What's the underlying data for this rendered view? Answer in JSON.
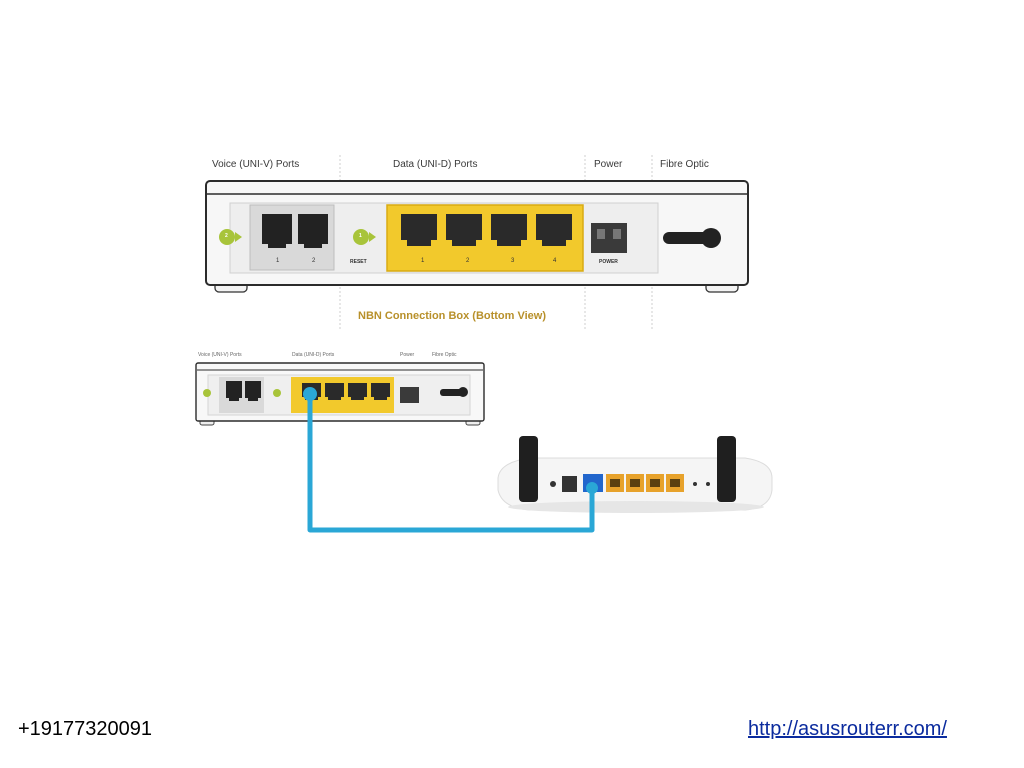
{
  "large_box": {
    "labels": {
      "voice": "Voice (UNI-V) Ports",
      "data": "Data (UNI-D) Ports",
      "power": "Power",
      "fibre": "Fibre Optic"
    },
    "voice_port_numbers": [
      "1",
      "2"
    ],
    "data_port_numbers": [
      "1",
      "2",
      "3",
      "4"
    ],
    "reset_label": "RESET",
    "power_label": "POWER",
    "step_voice": "2",
    "step_data": "1",
    "caption": "NBN Connection Box (Bottom View)"
  },
  "small_box": {
    "labels": {
      "voice": "Voice (UNI-V) Ports",
      "data": "Data (UNI-D) Ports",
      "power": "Power",
      "fibre": "Fibre Optic"
    }
  },
  "colors": {
    "cable": "#2aa7d6",
    "data_highlight": "#f2c92c",
    "caption": "#b8902a",
    "link": "#0b2b9e"
  },
  "footer": {
    "phone": "+19177320091",
    "url": "http://asusrouterr.com/"
  }
}
